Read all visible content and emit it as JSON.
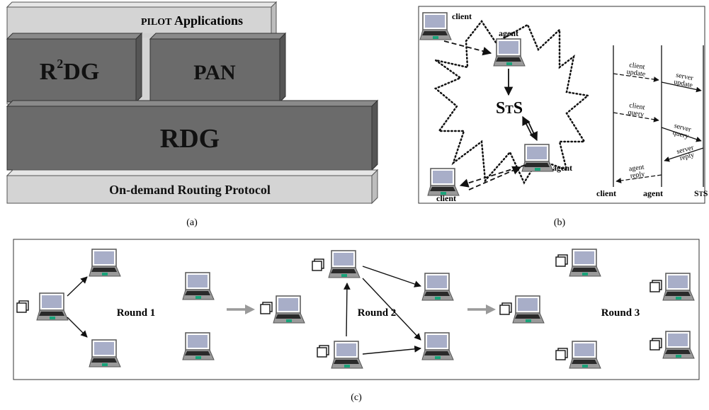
{
  "panel_a": {
    "pilot": "Applications",
    "pilot_prefix": "PILOT",
    "r2dg_r": "R",
    "r2dg_sup": "2",
    "r2dg_dg": "DG",
    "pan": "PAN",
    "rdg": "RDG",
    "routing": "On-demand Routing Protocol",
    "caption": "(a)"
  },
  "panel_b": {
    "client_top": "client",
    "agent_top": "agent",
    "sts": "STS",
    "agent_bottom": "agent",
    "client_bottom": "client",
    "msg_client_update": [
      "client",
      "update"
    ],
    "msg_server_update": [
      "server",
      "update"
    ],
    "msg_client_query": [
      "client",
      "query"
    ],
    "msg_server_query": [
      "server",
      "query"
    ],
    "msg_server_reply": [
      "server",
      "reply"
    ],
    "msg_agent_reply": [
      "agent",
      "reply"
    ],
    "col_client": "client",
    "col_agent": "agent",
    "col_sts": "STS",
    "caption": "(b)"
  },
  "panel_c": {
    "round1": "Round 1",
    "round2": "Round 2",
    "round3": "Round 3",
    "caption": "(c)"
  },
  "colors": {
    "box_dark": "#6b6b6b",
    "box_light": "#d4d4d4",
    "laptop_screen": "#a8aec8",
    "laptop_body": "#9a9a9a",
    "laptop_key": "#2a2a2a",
    "accent_green": "#1aa37a",
    "gray_arrow": "#9a9a9a"
  }
}
